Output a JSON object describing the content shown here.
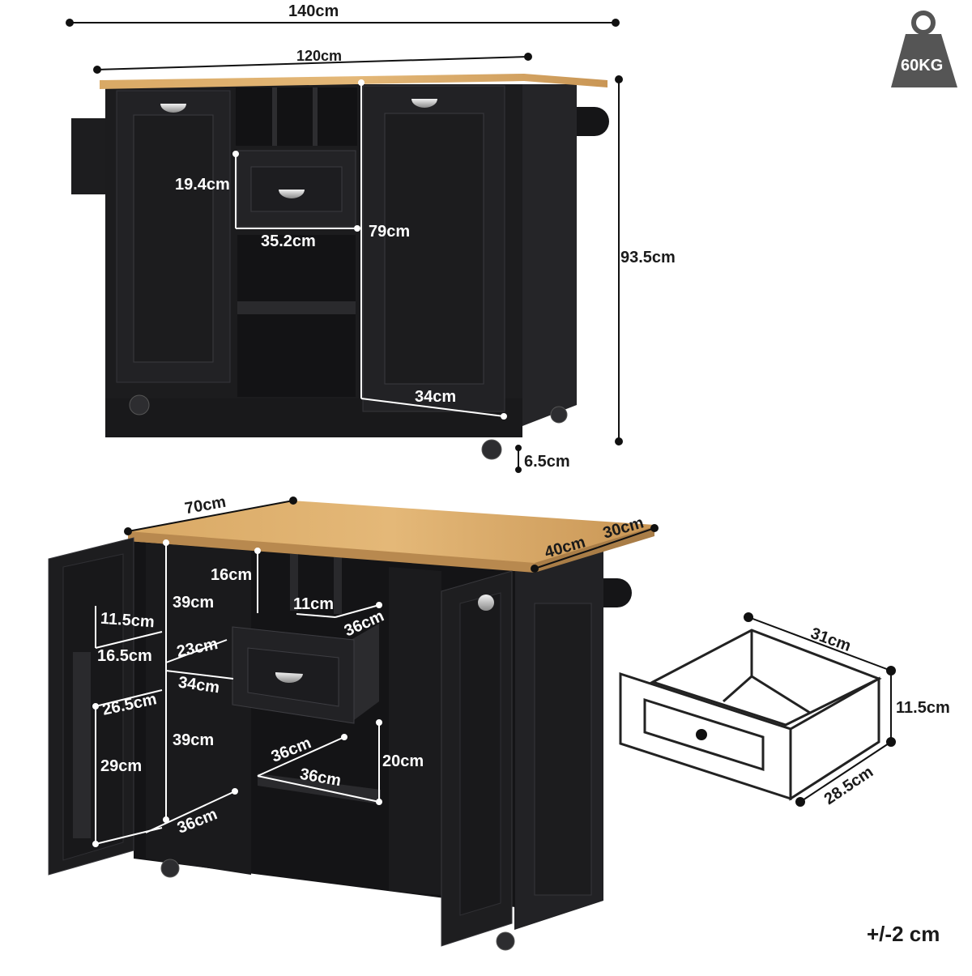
{
  "weight_badge": {
    "text": "60KG",
    "icon": "weight-icon"
  },
  "tolerance": "+/-2 cm",
  "front_view": {
    "total_width": "140cm",
    "top_width": "120cm",
    "height": "93.5cm",
    "drawer_height": "19.4cm",
    "drawer_width": "35.2cm",
    "interior_height": "79cm",
    "door_width": "34cm",
    "wheel_height": "6.5cm"
  },
  "open_view": {
    "depth": "70cm",
    "extension": "30cm",
    "side_depth": "40cm",
    "cubby_height": "16cm",
    "cubby_width": "11cm",
    "cubby_depth": "36cm",
    "upper_height": "39cm",
    "lower_height": "39cm",
    "door_shelf_gap": "11.5cm",
    "door_shelf_height": "16.5cm",
    "left_upper_depth": "23cm",
    "left_upper_width": "34cm",
    "door_lower_width": "26.5cm",
    "door_lower_height": "29cm",
    "bottom_depth": "36cm",
    "shelf_depth": "36cm",
    "shelf_width": "36cm",
    "shelf_height": "20cm"
  },
  "drawer_detail": {
    "depth": "31cm",
    "height": "11.5cm",
    "width": "28.5cm"
  },
  "colors": {
    "cabinet": "#1c1c1e",
    "cabinet_edge": "#2c2c2f",
    "wood_top": "#d8a968",
    "dimension_line": "#111111",
    "interior_line": "#ffffff"
  }
}
